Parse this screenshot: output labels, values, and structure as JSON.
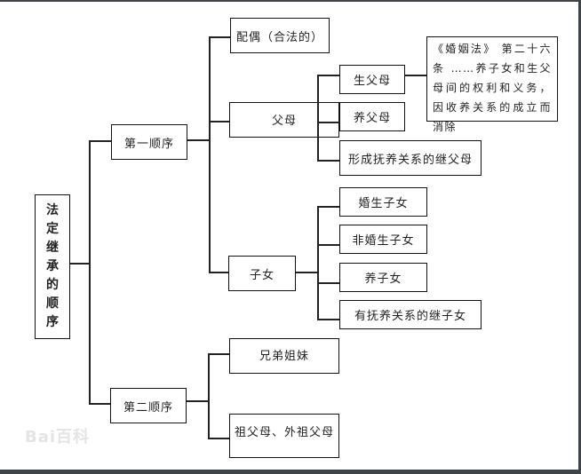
{
  "diagram": {
    "root": {
      "label_chars": [
        "法",
        "定",
        "继",
        "承",
        "的",
        "顺",
        "序"
      ],
      "label": "法定继承的顺序"
    },
    "first_order": {
      "label": "第一顺序",
      "children": {
        "spouse": "配偶（合法的）",
        "parents": {
          "label": "父母",
          "children": [
            "生父母",
            "养父母",
            "形成抚养关系的继父母"
          ]
        },
        "children": {
          "label": "子女",
          "children": [
            "婚生子女",
            "非婚生子女",
            "养子女",
            "有抚养关系的继子女"
          ]
        }
      }
    },
    "second_order": {
      "label": "第二顺序",
      "children": [
        "兄弟姐妹",
        "祖父母、外祖父母"
      ]
    },
    "note": "《婚姻法》 第二十六条 ……养子女和生父母间的权利和义务，因收养关系的成立而消除"
  },
  "watermark": "Bai百科"
}
